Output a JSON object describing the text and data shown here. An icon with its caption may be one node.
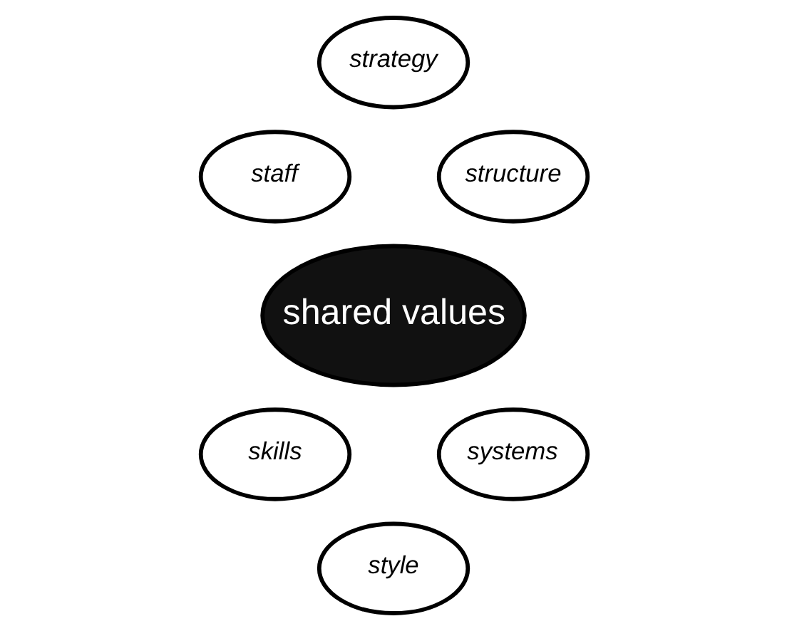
{
  "diagram": {
    "nodes": [
      {
        "text": [
          "strategy"
        ]
      },
      {
        "text": [
          "staff"
        ]
      },
      {
        "text": [
          "structure"
        ]
      },
      {
        "text": [
          "shared values"
        ]
      },
      {
        "text": [
          "skills"
        ]
      },
      {
        "text": [
          "systems"
        ]
      },
      {
        "text": [
          "style"
        ]
      }
    ]
  }
}
